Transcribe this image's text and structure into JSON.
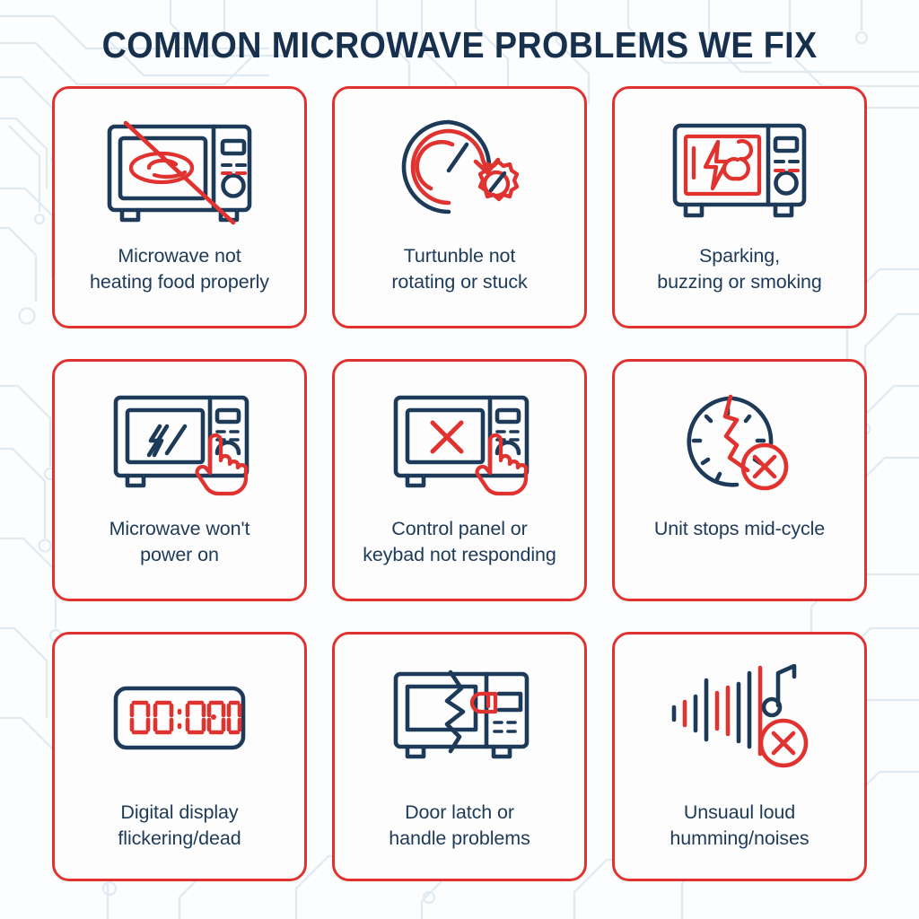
{
  "page": {
    "title": "COMMON MICROWAVE PROBLEMS WE FIX",
    "background_color": "#fcfdfe",
    "accent_red": "#e0322f",
    "accent_navy": "#1d3a58",
    "circuit_trace_color": "#dce9f2"
  },
  "cards": [
    {
      "id": "not-heating",
      "label": "Microwave not\nheating food properly",
      "icon": "microwave-no-heat-icon"
    },
    {
      "id": "turntable-stuck",
      "label": "Turtunble not\nrotating or stuck",
      "icon": "rotation-gear-icon"
    },
    {
      "id": "sparking",
      "label": "Sparking,\nbuzzing or smoking",
      "icon": "microwave-spark-smoke-icon"
    },
    {
      "id": "wont-power-on",
      "label": "Microwave won't\npower on",
      "icon": "microwave-no-power-hand-icon"
    },
    {
      "id": "control-panel",
      "label": "Control panel or\nkeybad not responding",
      "icon": "microwave-keypad-x-hand-icon"
    },
    {
      "id": "stops-mid-cycle",
      "label": "Unit stops mid-cycle",
      "icon": "broken-clock-x-icon"
    },
    {
      "id": "display-dead",
      "label": "Digital display\nflickering/dead",
      "icon": "digital-display-icon"
    },
    {
      "id": "door-latch",
      "label": "Door latch or\nhandle problems",
      "icon": "microwave-cracked-door-icon"
    },
    {
      "id": "loud-noises",
      "label": "Unsuaul loud\nhumming/noises",
      "icon": "sound-wave-mute-icon"
    }
  ],
  "display_icon": {
    "readout": "00:00:0"
  }
}
